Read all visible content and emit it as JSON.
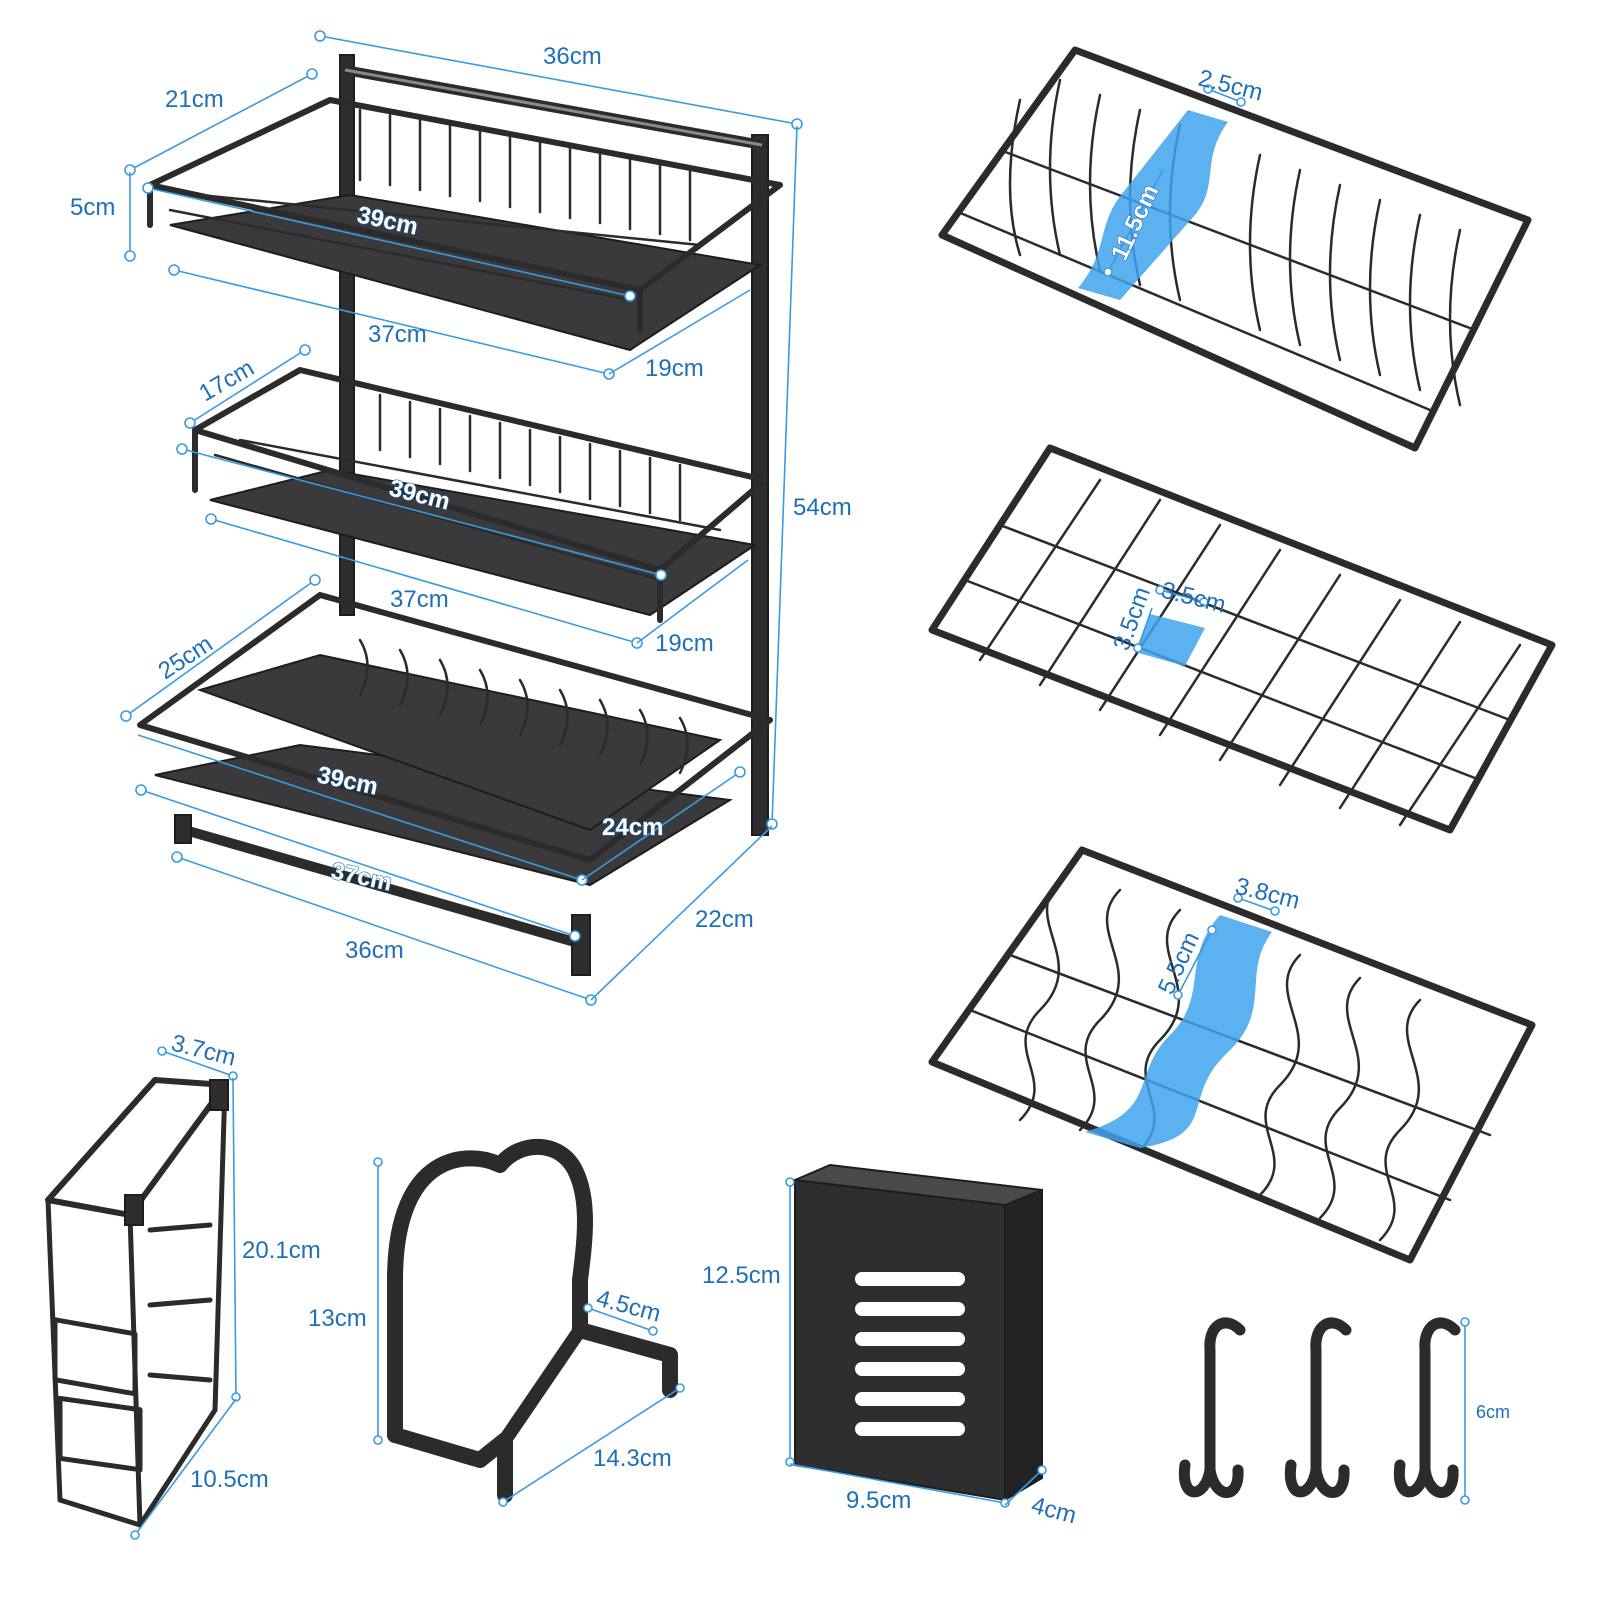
{
  "colors": {
    "accent": "#3a9be0",
    "label": "#1f6fb8",
    "metal": "#2b2b2b",
    "highlight": "#3fa3ee"
  },
  "rack": {
    "top_width": "36cm",
    "top_depth": "21cm",
    "basket_height": "5cm",
    "total_height": "54cm",
    "tier1": {
      "basket_length": "39cm",
      "tray_length": "37cm",
      "tray_depth": "19cm"
    },
    "tier2": {
      "basket_depth": "17cm",
      "basket_length": "39cm",
      "tray_length": "37cm",
      "tray_depth": "19cm"
    },
    "tier3": {
      "basket_depth": "25cm",
      "basket_length": "39cm",
      "tray_depth": "24cm",
      "tray_length": "37cm"
    },
    "base_width": "36cm",
    "base_depth": "22cm"
  },
  "basket_top": {
    "slot_width": "2.5cm",
    "slot_depth": "11.5cm"
  },
  "basket_mid": {
    "grid_a": "3.5cm",
    "grid_b": "3.5cm"
  },
  "basket_bottom": {
    "slot_width": "3.8cm",
    "slot_depth": "5.5cm"
  },
  "knife_holder": {
    "width": "3.7cm",
    "height": "20.1cm",
    "depth": "10.5cm"
  },
  "board_holder": {
    "height": "13cm",
    "foot": "4.5cm",
    "depth": "14.3cm"
  },
  "utensil_cup": {
    "height": "12.5cm",
    "width": "9.5cm",
    "depth": "4cm"
  },
  "hooks": {
    "height": "6cm"
  }
}
